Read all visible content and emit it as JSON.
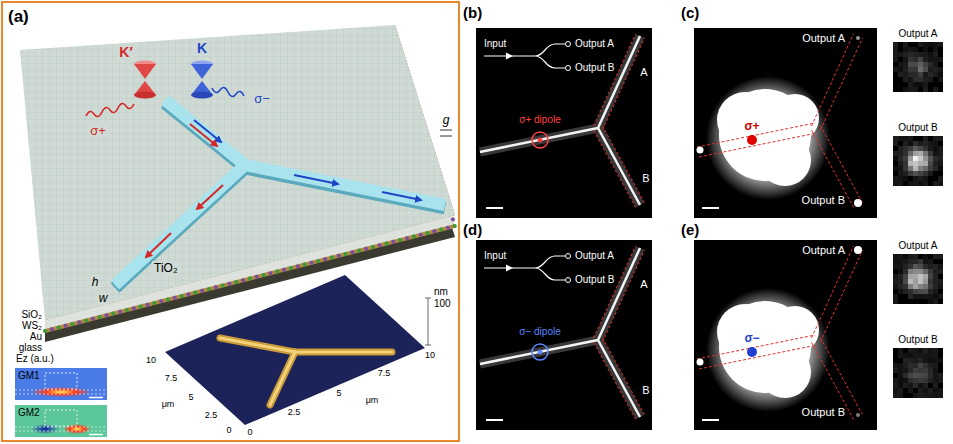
{
  "diagram": {
    "nodes": [
      {
        "text": [
          "GM1"
        ]
      },
      {
        "text": [
          "GM2"
        ]
      },
      {
        "text": [
          "Output A"
        ]
      },
      {
        "text": [
          "Output B"
        ]
      },
      {
        "text": [
          "Output A"
        ]
      },
      {
        "text": [
          "Output B"
        ]
      }
    ],
    "labels": [
      "(a)",
      "K′",
      "K",
      "σ+",
      "σ−",
      "g",
      "w",
      "h",
      "TiO₂",
      "SiO₂",
      "WS₂",
      "Au",
      "glass",
      "Ez (a.u.)",
      "nm",
      "100",
      "10",
      "7.5",
      "5",
      "2.5",
      "0",
      "μm",
      "0",
      "2.5",
      "5",
      "7.5",
      "10",
      "μm",
      "(b)",
      "Input",
      "Output A",
      "Output B",
      "σ+ dipole",
      "A",
      "B",
      "(c)",
      "Output A",
      "Output B",
      "σ+",
      "(d)",
      "Input",
      "Output A",
      "Output B",
      "σ− dipole",
      "A",
      "B",
      "(e)",
      "Output A",
      "Output B",
      "σ−"
    ]
  }
}
